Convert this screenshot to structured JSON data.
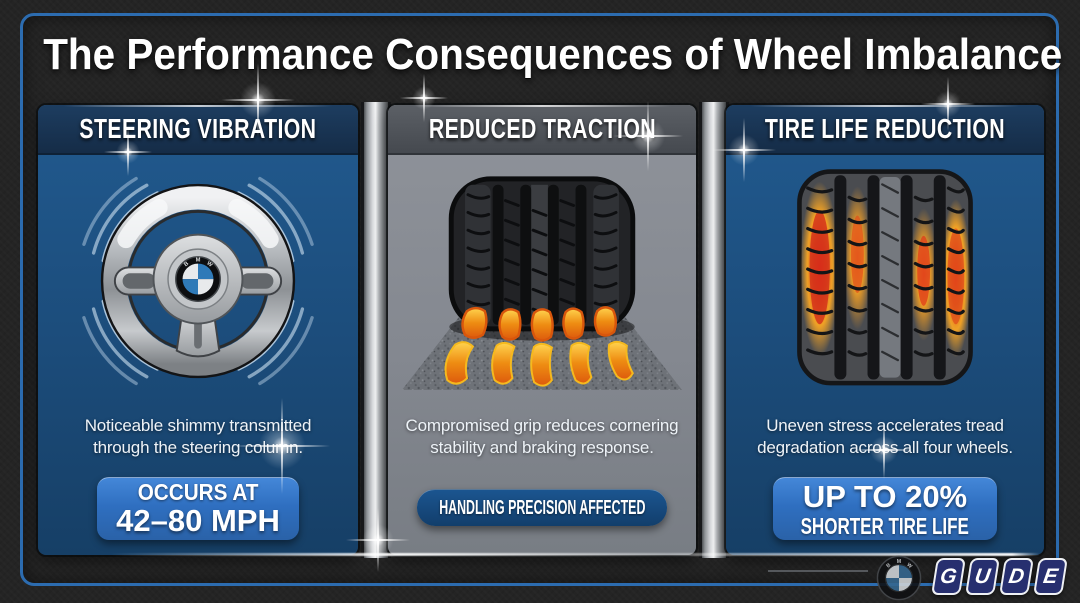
{
  "title": "The Performance Consequences of Wheel Imbalance",
  "panels": [
    {
      "header": "STEERING VIBRATION",
      "description": "Noticeable shimmy transmitted through the steering column.",
      "badge": {
        "line1": "OCCURS AT",
        "line2": "42–80 MPH"
      },
      "illustration": "steering-wheel-with-vibration-arcs"
    },
    {
      "header": "REDUCED TRACTION",
      "description": "Compromised grip reduces cornering stability and braking response.",
      "badge": {
        "line1": "HANDLING PRECISION AFFECTED"
      },
      "illustration": "tire-on-asphalt-with-heat-marks"
    },
    {
      "header": "TIRE LIFE REDUCTION",
      "description": "Uneven stress accelerates tread degradation across all four wheels.",
      "badge": {
        "line1": "UP TO 20%",
        "line2": "SHORTER TIRE LIFE"
      },
      "illustration": "tire-tread-with-hot-wear-spots"
    }
  ],
  "footer": {
    "bmw_letters": [
      "B",
      "M",
      "W"
    ],
    "brand_letters": [
      "G",
      "U",
      "D",
      "E"
    ]
  },
  "colors": {
    "frame_blue": "#2c6cb0",
    "panel_blue": "#1c4d7c",
    "header_navy": "#152c47",
    "panel_gray": "#84888f",
    "header_gray": "#45494f",
    "badge_blue": "#2f6fc0",
    "badge_navy": "#123e6b",
    "heat_orange": "#ee8c12",
    "hot_red": "#d2281a",
    "brand_navy": "#272f6f",
    "silver": "#c9cccf"
  }
}
